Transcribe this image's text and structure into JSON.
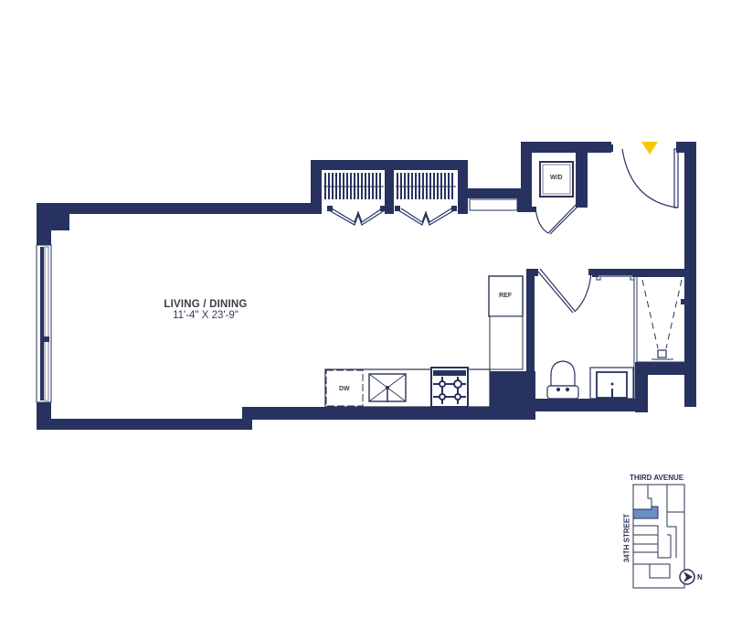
{
  "colors": {
    "wall": "#283260",
    "fixture_line": "#2b3152",
    "glass": "#7a7f95",
    "entry_marker": "#f5c800",
    "keyplan_highlight": "#6a8fc4",
    "text": "#3a3d4a"
  },
  "rooms": [
    {
      "name": "LIVING / DINING",
      "dimensions": "11'-4\" X 23'-9\""
    }
  ],
  "fixtures": {
    "washer_dryer": "W/D",
    "refrigerator": "REF",
    "dishwasher": "DW"
  },
  "icons": {
    "entry": "entry-triangle-icon",
    "north_arrow": "north-arrow-icon"
  },
  "keyplan": {
    "street_top": "THIRD AVENUE",
    "street_side": "34TH STREET",
    "north_label": "N"
  }
}
